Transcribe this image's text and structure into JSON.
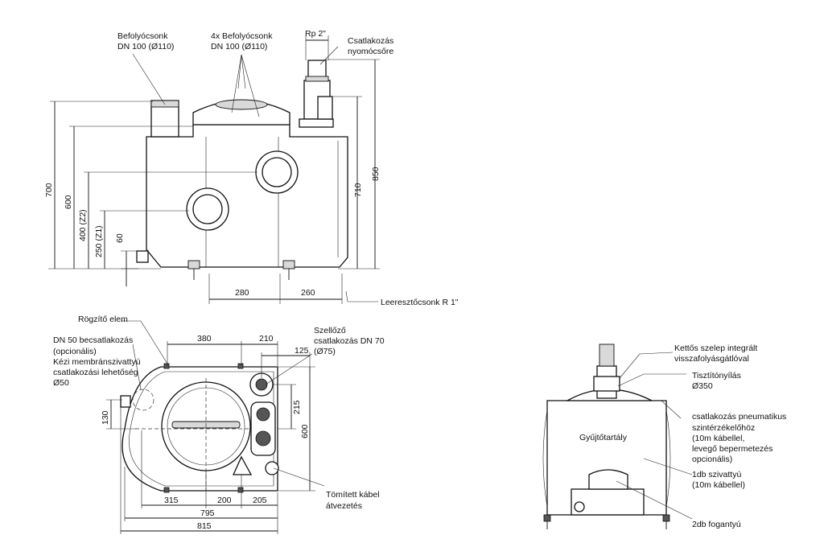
{
  "front_view": {
    "labels": {
      "inlet_single": [
        "Befolyócsonk",
        "DN 100 (Ø110)"
      ],
      "inlet_multi": [
        "4x Befolyócsonk",
        "DN 100 (Ø110)"
      ],
      "pressure_conn": [
        "Csatlakozás",
        "nyomócsőre"
      ],
      "thread": "Rp 2\"",
      "drain": "Leeresztőcsonk R 1\""
    },
    "dims": {
      "h700": "700",
      "h600": "600",
      "h400": "400 (Z2)",
      "h250": "250 (Z1)",
      "h60": "60",
      "h850": "850",
      "h710": "710",
      "w280": "280",
      "w260": "260"
    }
  },
  "top_view": {
    "labels": {
      "fix": "Rögzítő elem",
      "dn50": [
        "DN 50 becsatlakozás",
        "(opcionális)",
        "Kézi membránszivattyú",
        "csatlakozási lehetőség",
        "Ø50"
      ],
      "vent": [
        "Szellőző",
        "csatlakozás DN 70",
        "(Ø75)"
      ],
      "cable": [
        "Tömített kábel",
        "átvezetés"
      ]
    },
    "dims": {
      "w380": "380",
      "w210": "210",
      "w125": "125",
      "v130": "130",
      "v215": "215",
      "v600": "600",
      "w315": "315",
      "w200": "200",
      "w205": "205",
      "w795": "795",
      "w815": "815"
    }
  },
  "side_view": {
    "labels": {
      "valve": [
        "Kettős szelep integrált",
        "visszafolyásgátlóval"
      ],
      "cleanout": [
        "Tisztítónyílás",
        "Ø350"
      ],
      "pneumatic": [
        "csatlakozás pneumatikus",
        "szintérzékelőhöz",
        "(10m kábellel,",
        "levegő bepermetezés",
        "opcionális)"
      ],
      "pump": [
        "1db szivattyú",
        "(10m kábellel)"
      ],
      "handles": "2db fogantyú",
      "tank": "Gyűjtőtartály"
    }
  }
}
